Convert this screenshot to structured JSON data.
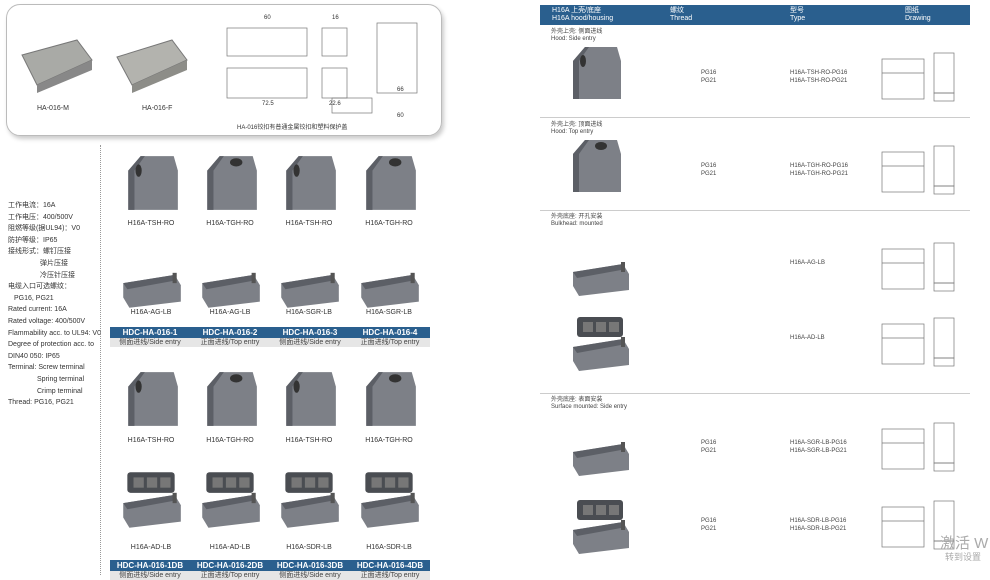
{
  "top_panel": {
    "products": [
      "HA-016-M",
      "HA-016-F"
    ],
    "dims": [
      "60",
      "16",
      "72.5",
      "22.6",
      "66",
      "60"
    ],
    "caption": "HA-016铰扣有普通金属铰扣和塑料保护盖"
  },
  "specs": [
    "工作电流：16A",
    "工作电压：400/500V",
    "阻燃等级(据UL94)：V0",
    "防护等级：IP65",
    "接线形式：螺钉压接",
    "弹片压接",
    "冷压针压接",
    "电缆入口可选螺纹：",
    "PG16, PG21",
    "Rated current: 16A",
    "Rated voltage: 400/500V",
    "Flammability acc. to UL94: V0",
    "Degree of protection acc. to",
    "DIN40 050: IP65",
    "Terminal: Screw terminal",
    "Spring terminal",
    "Crimp terminal",
    "Thread: PG16, PG21"
  ],
  "grid": {
    "row1_labels": [
      "H16A-TSH-RO",
      "H16A-TGH-RO",
      "H16A-TSH-RO",
      "H16A-TGH-RO"
    ],
    "row2_labels": [
      "H16A-AG-LB",
      "H16A-AG-LB",
      "H16A-SGR-LB",
      "H16A-SGR-LB"
    ],
    "band1": [
      "HDC-HA-016-1",
      "HDC-HA-016-2",
      "HDC-HA-016-3",
      "HDC-HA-016-4"
    ],
    "sub1": [
      "侧面进线/Side entry",
      "正面进线/Top entry",
      "侧面进线/Side entry",
      "正面进线/Top entry"
    ],
    "row3_labels": [
      "H16A-TSH-RO",
      "H16A-TGH-RO",
      "H16A-TSH-RO",
      "H16A-TGH-RO"
    ],
    "row4_labels": [
      "H16A-AD-LB",
      "H16A-AD-LB",
      "H16A-SDR-LB",
      "H16A-SDR-LB"
    ],
    "band2": [
      "HDC-HA-016-1DB",
      "HDC-HA-016-2DB",
      "HDC-HA-016-3DB",
      "HDC-HA-016-4DB"
    ],
    "sub2": [
      "侧面进线/Side entry",
      "正面进线/Top entry",
      "侧面进线/Side entry",
      "正面进线/Top entry"
    ]
  },
  "table": {
    "header": {
      "col1_cn": "H16A 上壳/底座",
      "col1_en": "H16A hood/housing",
      "col2_cn": "螺纹",
      "col2_en": "Thread",
      "col3_cn": "型号",
      "col3_en": "Type",
      "col4_cn": "图纸",
      "col4_en": "Drawing"
    },
    "sections": [
      {
        "title_cn": "外壳上壳: 侧面进线",
        "title_en": "Hood: Side entry",
        "rows": [
          {
            "threads": [
              "PG16",
              "PG21"
            ],
            "types": [
              "H16A-TSH-RO-PG16",
              "H16A-TSH-RO-PG21"
            ]
          }
        ]
      },
      {
        "title_cn": "外壳上壳: 顶面进线",
        "title_en": "Hood: Top entry",
        "rows": [
          {
            "threads": [
              "PG16",
              "PG21"
            ],
            "types": [
              "H16A-TGH-RO-PG16",
              "H16A-TGH-RO-PG21"
            ]
          }
        ]
      },
      {
        "title_cn": "外壳底座: 开孔安装",
        "title_en": "Bulkhead: mounted",
        "rows": [
          {
            "threads": [],
            "types": [
              "H16A-AG-LB"
            ]
          },
          {
            "threads": [],
            "types": [
              "H16A-AD-LB"
            ]
          }
        ]
      },
      {
        "title_cn": "外壳底座: 表面安装",
        "title_en": "Surface mounted: Side entry",
        "rows": [
          {
            "threads": [
              "PG16",
              "PG21"
            ],
            "types": [
              "H16A-SGR-LB-PG16",
              "H16A-SGR-LB-PG21"
            ]
          },
          {
            "threads": [
              "PG16",
              "PG21"
            ],
            "types": [
              "H16A-SDR-LB-PG16",
              "H16A-SDR-LB-PG21"
            ]
          }
        ]
      }
    ]
  },
  "watermark": [
    "激活 W",
    "转到设置"
  ],
  "colors": {
    "band": "#2a5f8e",
    "product": "#7d8087"
  }
}
